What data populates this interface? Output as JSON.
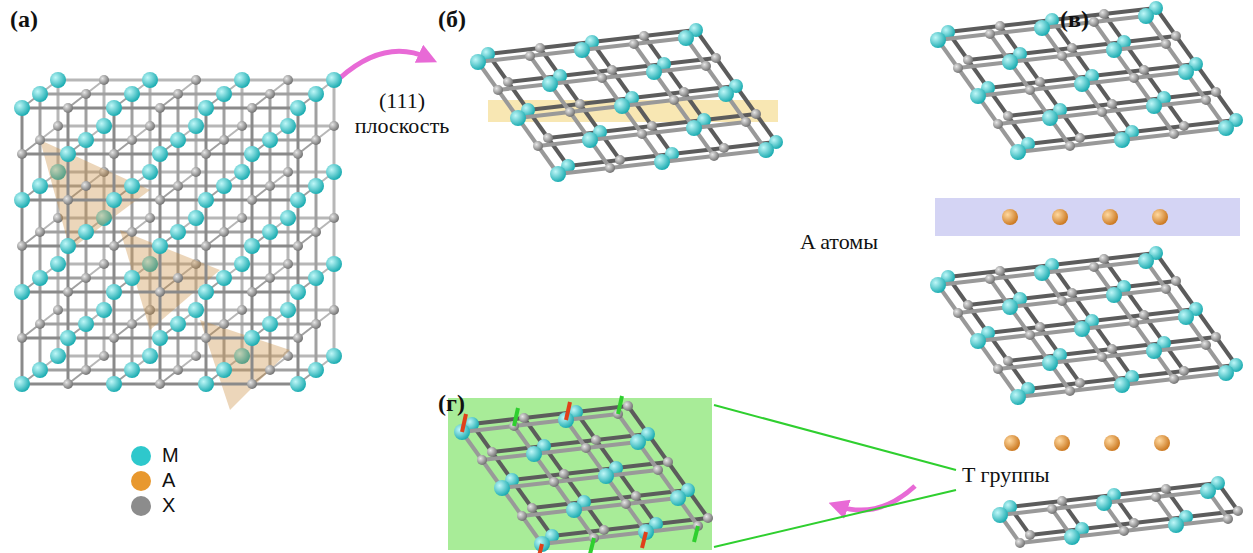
{
  "diagram": {
    "labels": [
      "(а)",
      "(б)",
      "(в)",
      "(г)",
      "(111) плоскость",
      "A атомы",
      "T группы"
    ],
    "legend": [
      {
        "text": "M",
        "color": "#2ec8cc"
      },
      {
        "text": "A",
        "color": "#e8982e"
      },
      {
        "text": "X",
        "color": "#8c8c8c"
      }
    ]
  }
}
